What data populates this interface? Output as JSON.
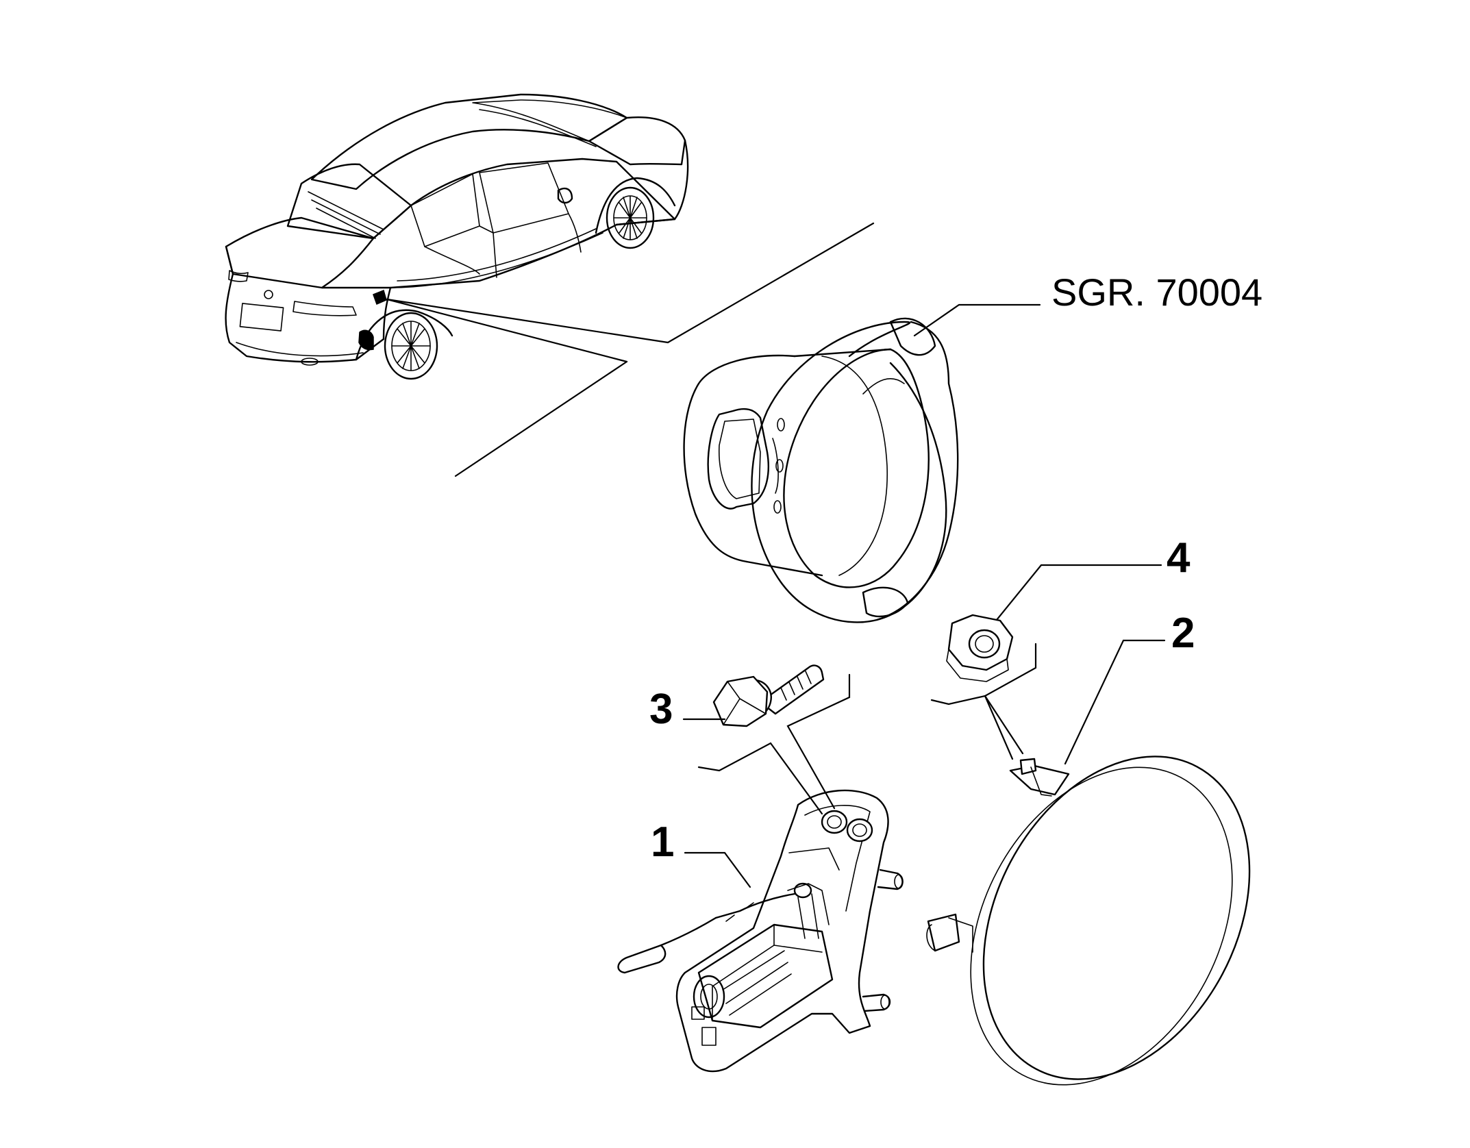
{
  "labels": {
    "ref": "SGR. 70004",
    "part1": "1",
    "part2": "2",
    "part3": "3",
    "part4": "4"
  },
  "parts": [
    {
      "callout": "1",
      "icon": "fuel-flap-lock-actuator-icon"
    },
    {
      "callout": "2",
      "icon": "fuel-filler-door-icon"
    },
    {
      "callout": "3",
      "icon": "flanged-bolt-icon"
    },
    {
      "callout": "4",
      "icon": "flanged-nut-icon"
    }
  ],
  "reference": {
    "icon": "fuel-filler-housing-icon"
  },
  "vehicle": {
    "icon": "sedan-rear-view-icon"
  }
}
